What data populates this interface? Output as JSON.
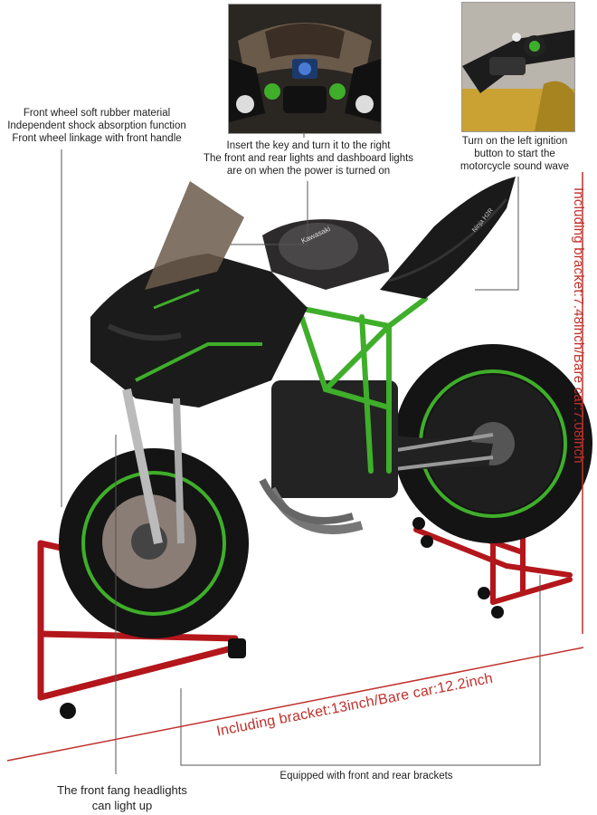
{
  "labels": {
    "front_wheel": [
      "Front wheel soft rubber material",
      "Independent shock absorption function",
      "Front wheel linkage with front handle"
    ],
    "key": [
      "Insert the key and turn it to the right",
      "The front and rear lights and dashboard lights",
      "are on when the power is turned on"
    ],
    "ignition": [
      "Turn on the left ignition",
      "button to start the",
      "motorcycle sound wave"
    ],
    "headlights": [
      "The front fang headlights",
      "can light up"
    ],
    "brackets": "Equipped with front and rear brackets",
    "height_dim": "Including bracket:7.48inch/Bare car:7.08inch",
    "length_dim": "Including bracket:13inch/Bare car:12.2inch",
    "tank_logo": "Kawasaki",
    "seat_logo": "Ninja H2R"
  },
  "colors": {
    "accent_red": "#c0302b",
    "bike_green": "#3fae2a",
    "stand_red": "#b3161b"
  },
  "icons": [
    "dashboard-inset-photo",
    "handlebar-inset-photo",
    "motorcycle-model-photo"
  ]
}
